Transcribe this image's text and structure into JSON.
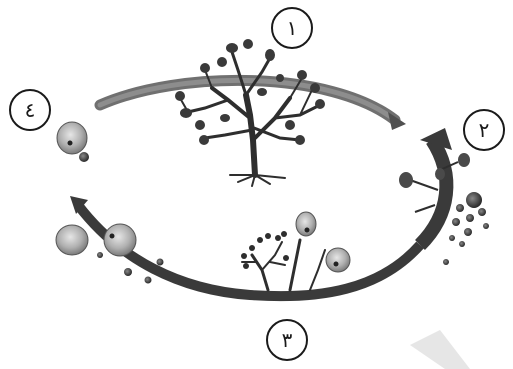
{
  "diagram": {
    "stages": [
      {
        "id": 1,
        "label": "١"
      },
      {
        "id": 2,
        "label": "٢"
      },
      {
        "id": 3,
        "label": "٣"
      },
      {
        "id": 4,
        "label": "٤"
      }
    ]
  }
}
